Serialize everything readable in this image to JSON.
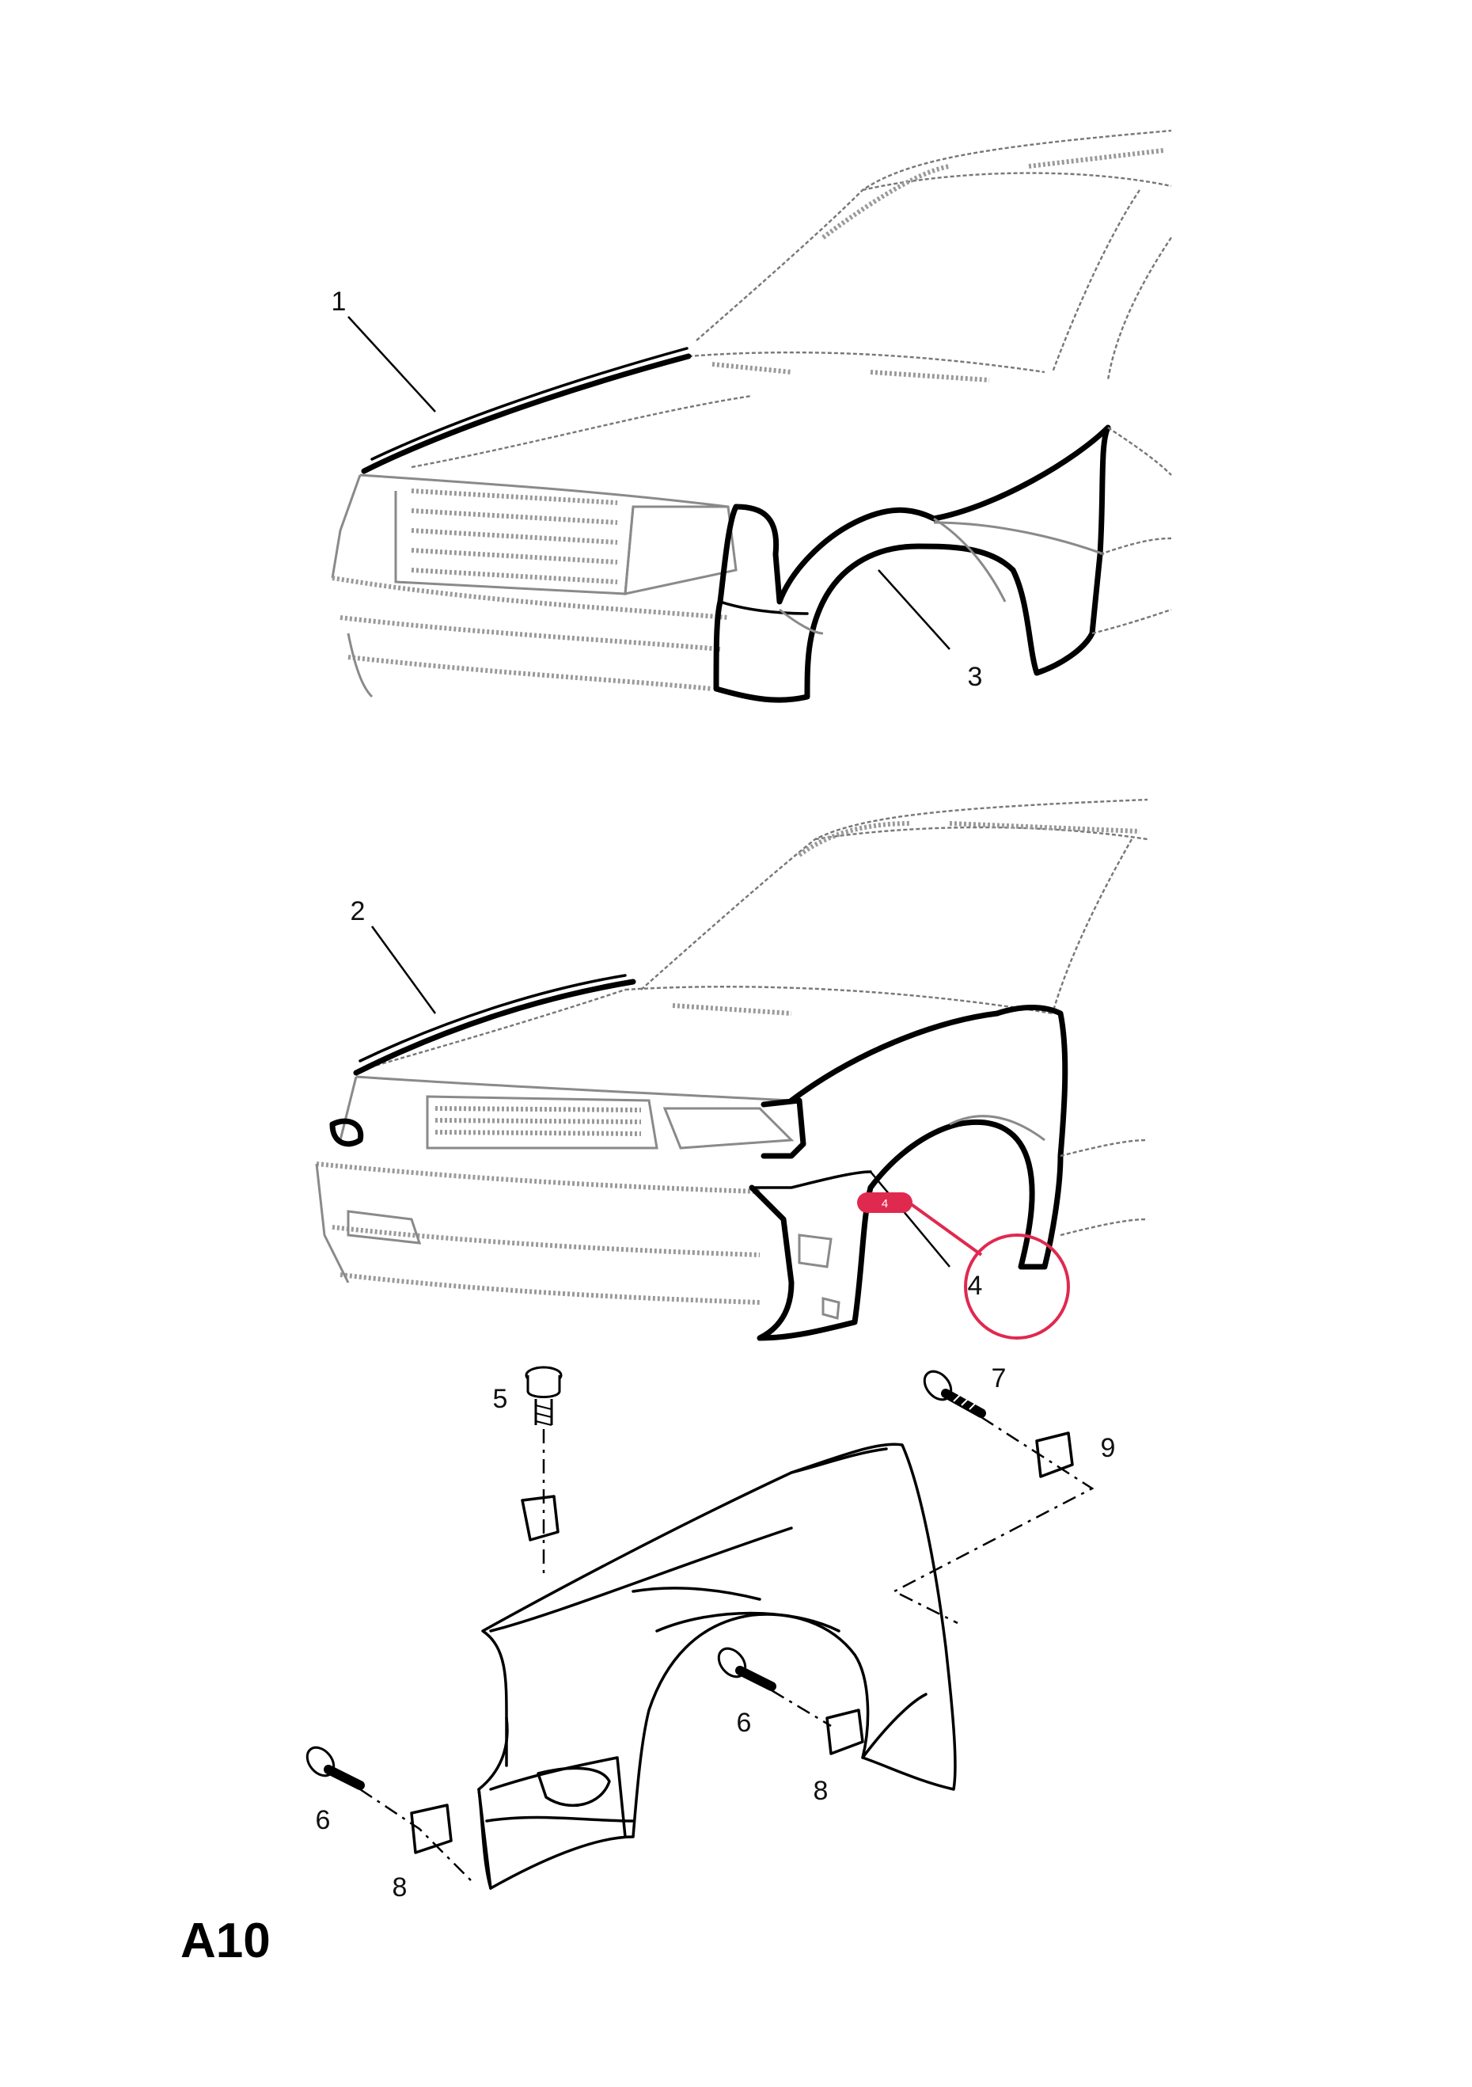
{
  "page_label": "A10",
  "callouts": [
    {
      "id": "c1",
      "text": "1"
    },
    {
      "id": "c2",
      "text": "2"
    },
    {
      "id": "c3",
      "text": "3"
    },
    {
      "id": "c4",
      "text": "4"
    },
    {
      "id": "c5",
      "text": "5"
    },
    {
      "id": "c6a",
      "text": "6"
    },
    {
      "id": "c6b",
      "text": "6"
    },
    {
      "id": "c7",
      "text": "7"
    },
    {
      "id": "c8a",
      "text": "8"
    },
    {
      "id": "c8b",
      "text": "8"
    },
    {
      "id": "c9",
      "text": "9"
    }
  ],
  "highlight": {
    "badge_text": "4",
    "color": "#e0294f"
  }
}
